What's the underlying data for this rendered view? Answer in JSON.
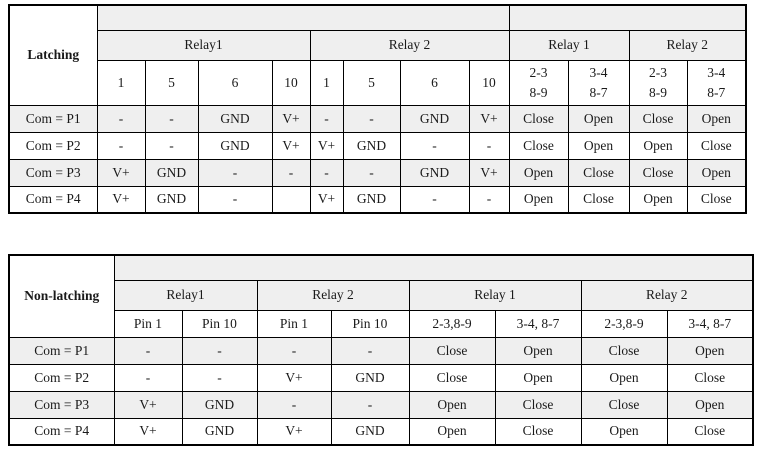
{
  "tables": [
    {
      "id": "latching",
      "corner_label": "Latching",
      "top_groups": [
        "",
        ""
      ],
      "relay_groups": [
        "Relay1",
        "Relay 2",
        "Relay 1",
        "Relay 2"
      ],
      "pin_headers": [
        "1",
        "5",
        "6",
        "10",
        "1",
        "5",
        "6",
        "10"
      ],
      "state_headers": [
        {
          "line1": "2-3",
          "line2": "8-9"
        },
        {
          "line1": "3-4",
          "line2": "8-7"
        },
        {
          "line1": "2-3",
          "line2": "8-9"
        },
        {
          "line1": "3-4",
          "line2": "8-7"
        }
      ],
      "rows": [
        {
          "label": "Com = P1",
          "pins": [
            "-",
            "-",
            "GND",
            "V+",
            "-",
            "-",
            "GND",
            "V+"
          ],
          "states": [
            "Close",
            "Open",
            "Close",
            "Open"
          ]
        },
        {
          "label": "Com = P2",
          "pins": [
            "-",
            "-",
            "GND",
            "V+",
            "V+",
            "GND",
            "-",
            "-"
          ],
          "states": [
            "Close",
            "Open",
            "Open",
            "Close"
          ]
        },
        {
          "label": "Com = P3",
          "pins": [
            "V+",
            "GND",
            "-",
            "-",
            "-",
            "-",
            "GND",
            "V+"
          ],
          "states": [
            "Open",
            "Close",
            "Close",
            "Open"
          ]
        },
        {
          "label": "Com = P4",
          "pins": [
            "V+",
            "GND",
            "-",
            "",
            "V+",
            "GND",
            "-",
            "-"
          ],
          "states": [
            "Open",
            "Close",
            "Open",
            "Close"
          ]
        }
      ]
    },
    {
      "id": "nonlatching",
      "corner_label": "Non-latching",
      "top_groups": [
        "",
        ""
      ],
      "relay_groups": [
        "Relay1",
        "Relay 2",
        "Relay 1",
        "Relay 2"
      ],
      "pin_headers": [
        "Pin 1",
        "Pin 10",
        "Pin 1",
        "Pin 10"
      ],
      "state_headers": [
        "2-3,8-9",
        "3-4, 8-7",
        "2-3,8-9",
        "3-4, 8-7"
      ],
      "rows": [
        {
          "label": "Com = P1",
          "pins": [
            "-",
            "-",
            "-",
            "-"
          ],
          "states": [
            "Close",
            "Open",
            "Close",
            "Open"
          ]
        },
        {
          "label": "Com = P2",
          "pins": [
            "-",
            "-",
            "V+",
            "GND"
          ],
          "states": [
            "Close",
            "Open",
            "Open",
            "Close"
          ]
        },
        {
          "label": "Com = P3",
          "pins": [
            "V+",
            "GND",
            "-",
            "-"
          ],
          "states": [
            "Open",
            "Close",
            "Close",
            "Open"
          ]
        },
        {
          "label": "Com = P4",
          "pins": [
            "V+",
            "GND",
            "V+",
            "GND"
          ],
          "states": [
            "Open",
            "Close",
            "Open",
            "Close"
          ]
        }
      ]
    }
  ],
  "colors": {
    "shade": "#efefef",
    "border": "#000000",
    "background": "#ffffff",
    "text": "#1a1a1a"
  }
}
